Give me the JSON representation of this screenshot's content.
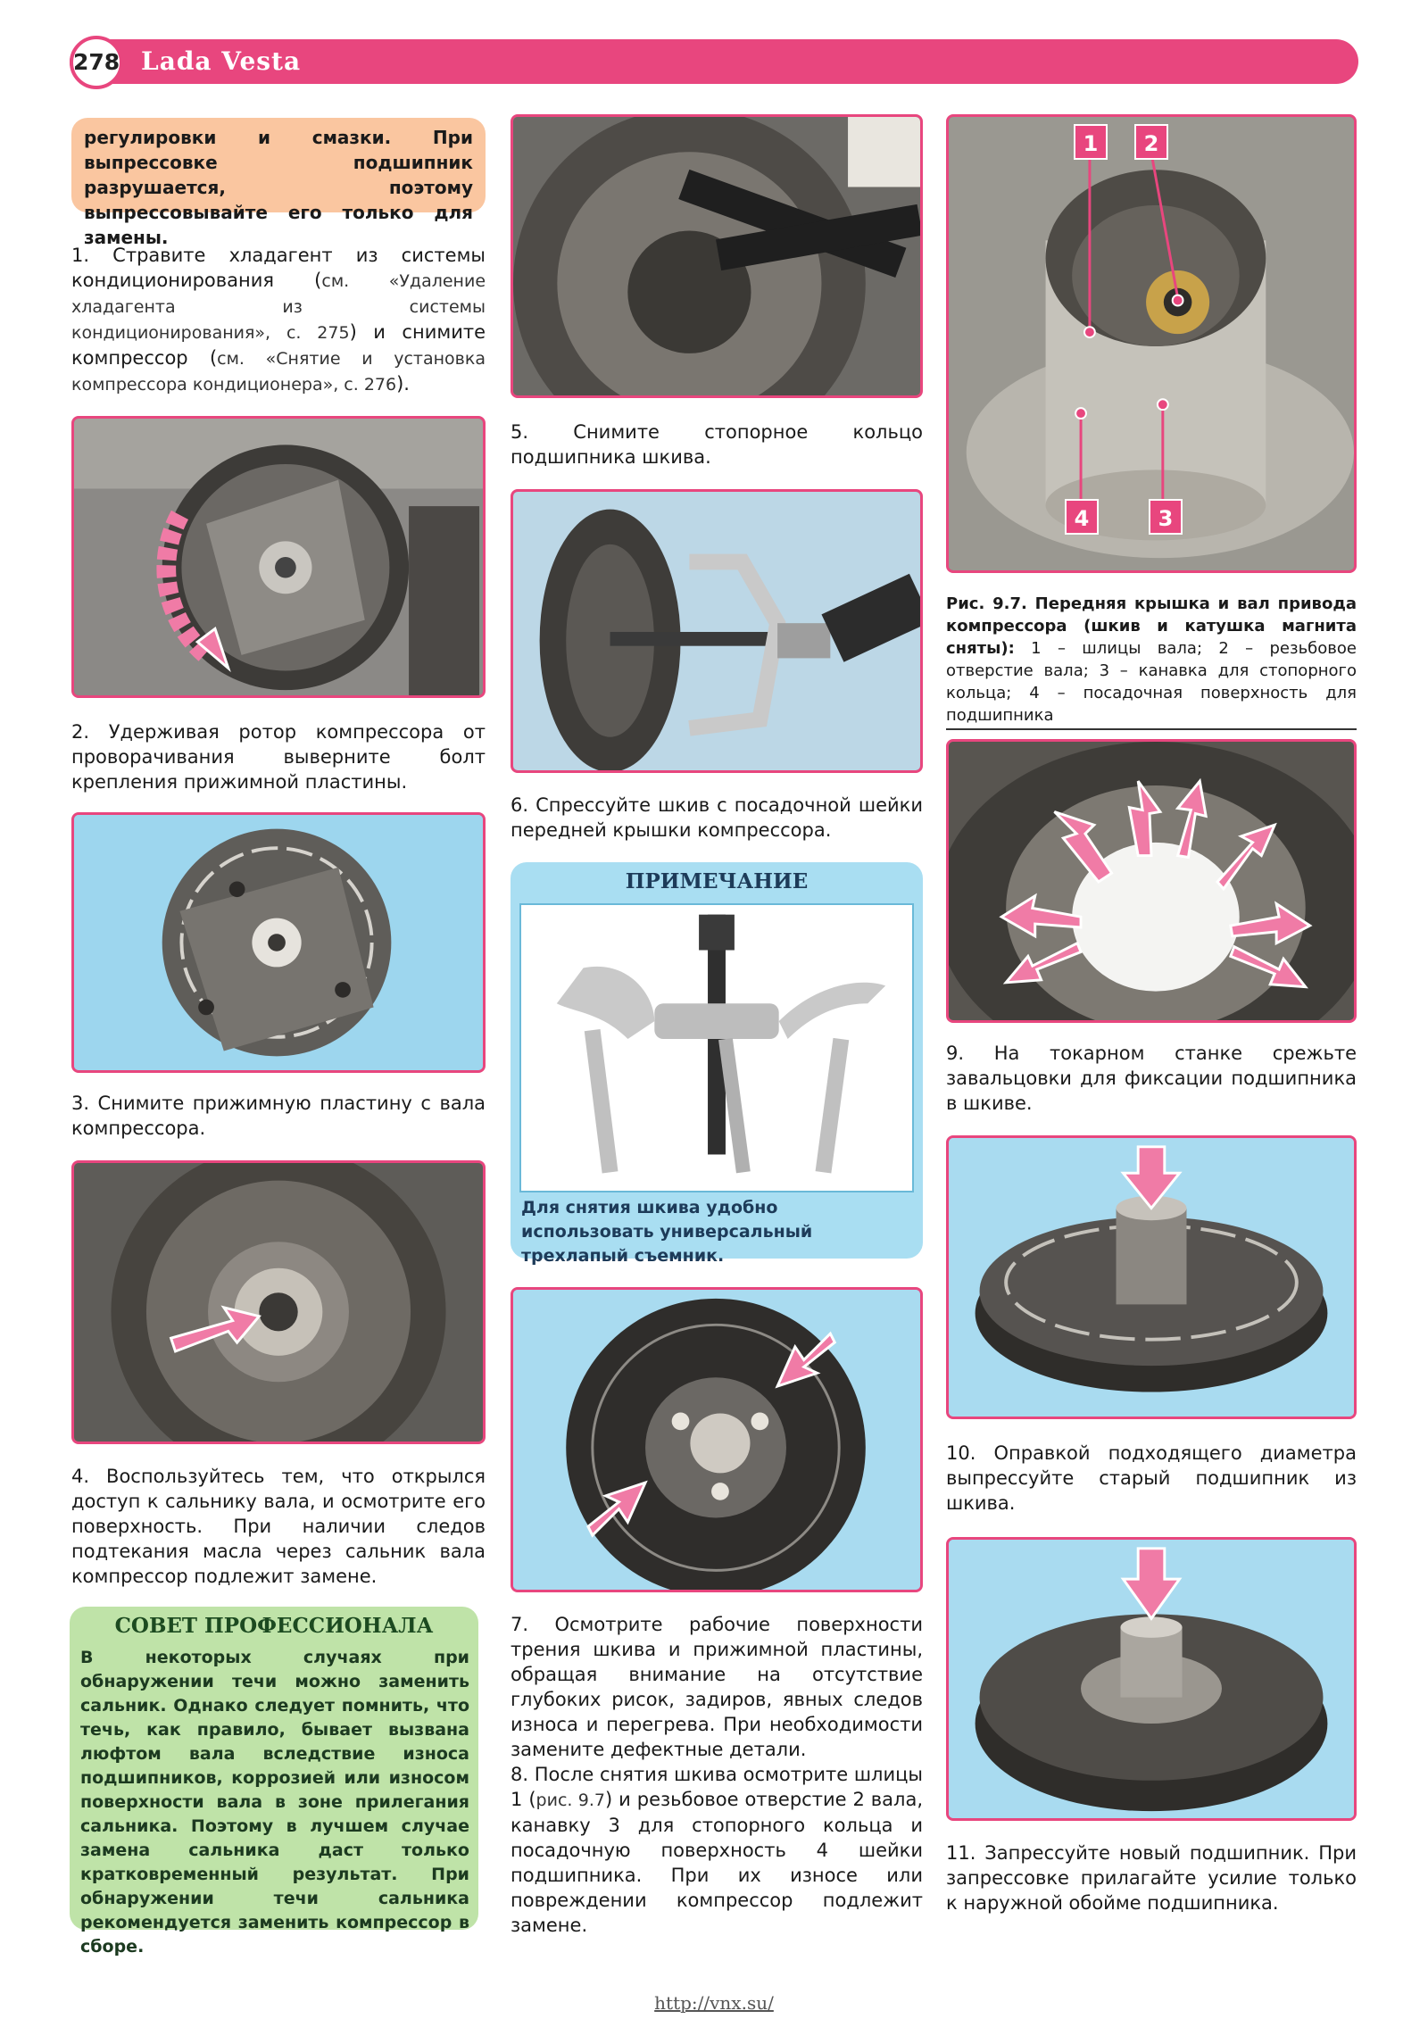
{
  "header": {
    "page_number": "278",
    "book_title": "Lada Vesta"
  },
  "intro_box": "регулировки и смазки. При выпрессовке подшипник разрушается, поэтому выпрессовывайте его только для замены.",
  "steps": {
    "s1_a": "1. Стравите хладагент из системы кондиционирования (",
    "s1_b": "см. «Удаление хладагента из системы кондиционирования», с. 275",
    "s1_c": ") и снимите компрессор (",
    "s1_d": "см. «Снятие и установка компрессора кондиционера», с. 276",
    "s1_e": ").",
    "s2": "2. Удерживая ротор компрессора от проворачивания выверните болт крепления прижимной пластины.",
    "s3": "3. Снимите прижимную пластину с вала компрессора.",
    "s4": "4. Воспользуйтесь тем, что открылся доступ к сальнику вала, и осмотрите его поверхность. При наличии следов подтекания масла через сальник вала компрессор подлежит замене.",
    "s5": "5. Снимите стопорное кольцо подшипника шкива.",
    "s6": "6. Спрессуйте шкив с посадочной шейки передней крышки компрессора.",
    "s7": "7. Осмотрите рабочие поверхности трения шкива и прижимной пластины, обращая внимание на отсутствие глубоких рисок, задиров, явных следов износа и перегрева. При необходимости замените дефектные детали.",
    "s8_a": "8. После снятия шкива осмотрите шлицы 1 (",
    "s8_b": "рис. 9.7",
    "s8_c": ") и резьбовое отверстие 2 вала, канавку 3 для стопорного кольца и посадочную поверхность 4 шейки подшипника. При их износе или повреждении компрессор подлежит замене.",
    "s9": "9. На токарном станке срежьте завальцовки для фиксации подшипника в шкиве.",
    "s10": "10. Оправкой подходящего диаметра выпрессуйте старый подшипник из шкива.",
    "s11": "11. Запрессуйте новый подшипник. При запрессовке прилагайте усилие только к наружной обойме подшипника."
  },
  "figure_9_7": {
    "title": "Рис. 9.7. Передняя крышка и вал привода компрессора (шкив и катушка магнита сняты):",
    "legend": " 1 – шлицы вала; 2 – резьбовое отверстие вала; 3 – канавка для стопорного кольца; 4 – посадочная поверхность для подшипника",
    "labels": [
      "1",
      "2",
      "3",
      "4"
    ]
  },
  "note": {
    "title": "ПРИМЕЧАНИЕ",
    "text": "Для снятия шкива удобно использовать универсальный трехлапый съемник."
  },
  "advice": {
    "title": "СОВЕТ ПРОФЕССИОНАЛА",
    "text": "В некоторых случаях при обнаружении течи можно заменить сальник. Однако следует помнить, что течь, как правило, бывает вызвана люфтом вала вследствие износа подшипников, коррозией или износом поверхности вала в зоне прилегания сальника. Поэтому в лучшем случае замена сальника даст только кратковременный результат. При обнаружении течи сальника рекомендуется заменить компрессор в сборе."
  },
  "footer": {
    "url": "http://vnx.su/"
  },
  "colors": {
    "accent": "#e8467e",
    "note_bg": "#a9def2",
    "advice_bg": "#bfe3a8",
    "intro_bg": "#fac6a0"
  }
}
